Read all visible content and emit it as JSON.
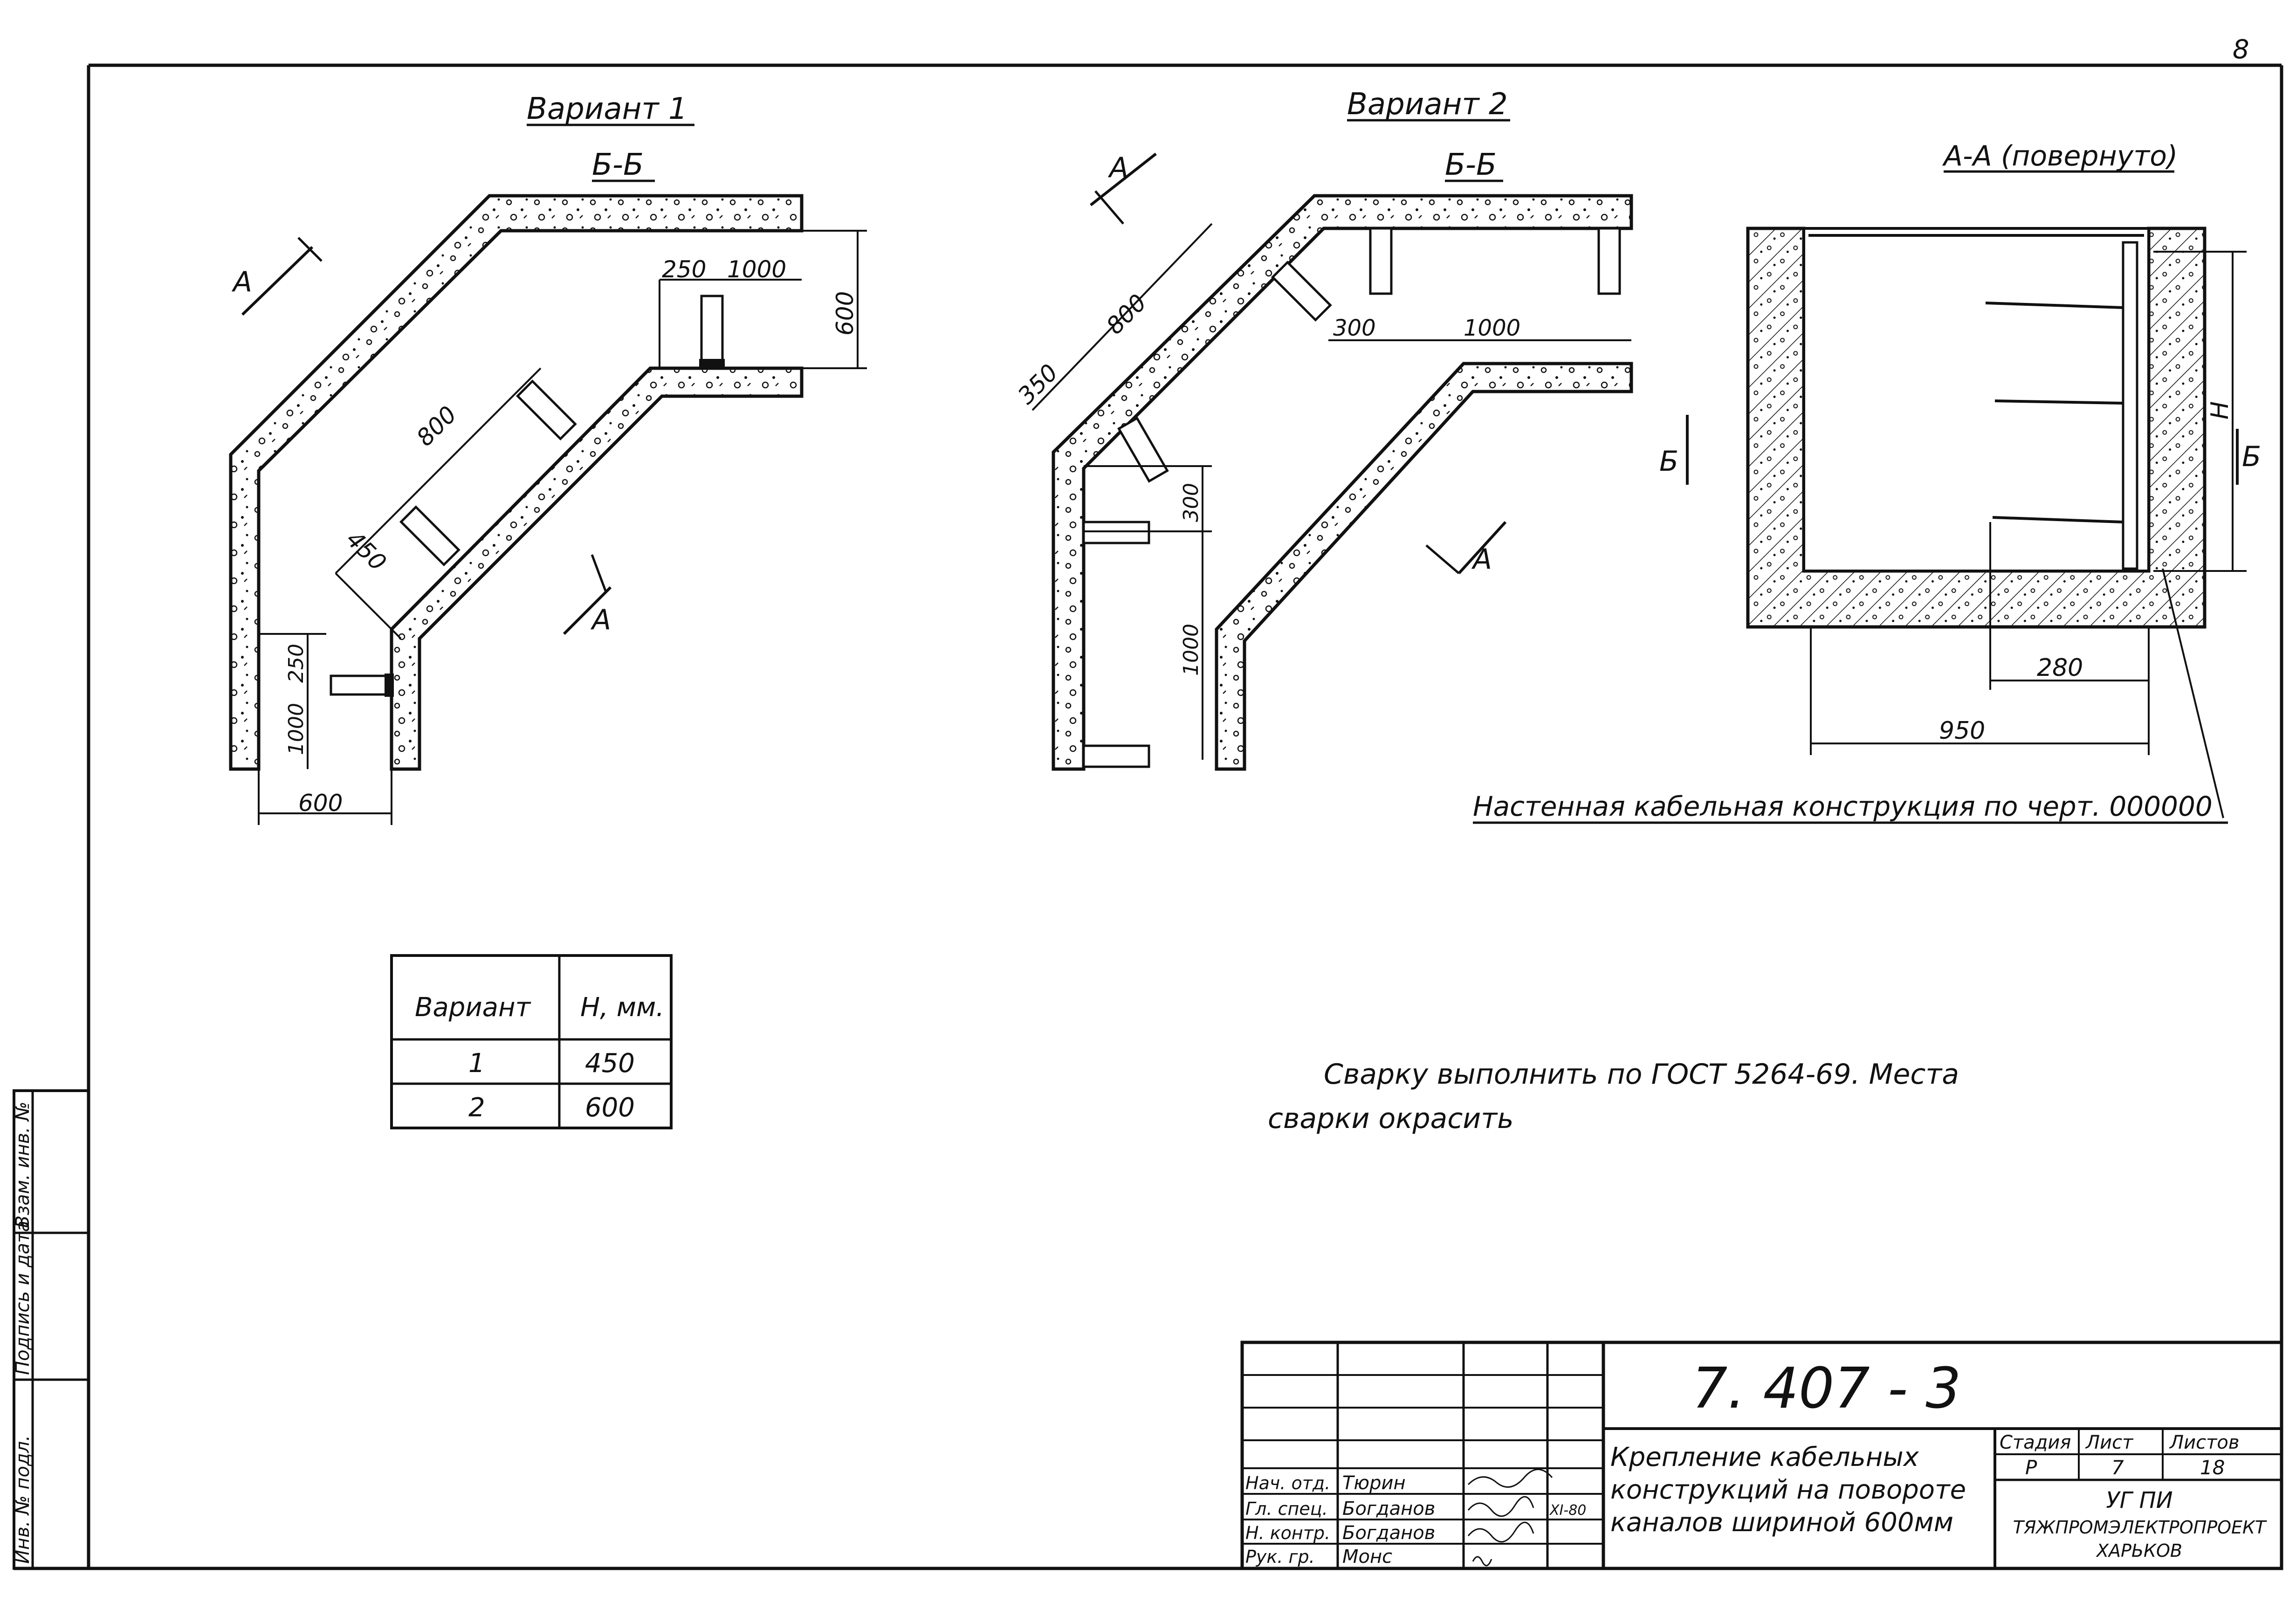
{
  "page_number": "8",
  "variant1": {
    "title": "Вариант 1",
    "section": "Б-Б",
    "arrow_label_top": "А",
    "arrow_label_bottom": "А",
    "dims": {
      "d250_top": "250",
      "d1000_top": "1000",
      "d600_right": "600",
      "d800": "800",
      "d450": "450",
      "d250_left": "250",
      "d1000_left": "1000",
      "d600_bottom": "600"
    }
  },
  "variant2": {
    "title": "Вариант 2",
    "section": "Б-Б",
    "arrow_label_top": "А",
    "arrow_label_bottom": "А",
    "dims": {
      "d800": "800",
      "d350": "350",
      "d300_top": "300",
      "d1000_top": "1000",
      "d300_left": "300",
      "d1000_left": "1000"
    }
  },
  "sectionAA": {
    "title": "А-А (повернуто)",
    "label_left": "Б",
    "label_right": "Б",
    "dim_H": "Н",
    "dim_280": "280",
    "dim_950": "950",
    "callout": "Настенная кабельная конструкция по черт. 000000"
  },
  "table": {
    "headers": [
      "Вариант",
      "Н, мм."
    ],
    "rows": [
      [
        "1",
        "450"
      ],
      [
        "2",
        "600"
      ]
    ]
  },
  "note": {
    "line1": "Сварку выполнить по ГОСТ 5264-69. Места",
    "line2": "сварки окрасить"
  },
  "side_stamp": {
    "cell1": "Инв. № подл.",
    "cell2": "Подпись и дата",
    "cell3": "Взам. инв. №"
  },
  "title_block": {
    "doc_number": "7. 407 - 3",
    "title_lines": [
      "Крепление кабельных",
      "конструкций на повороте",
      "каналов шириной 600мм"
    ],
    "stage_header": "Стадия",
    "sheet_header": "Лист",
    "sheets_header": "Листов",
    "stage": "Р",
    "sheet": "7",
    "sheets": "18",
    "org_lines": [
      "УГ ПИ",
      "ТЯЖПРОМЭЛЕКТРОПРОЕКТ",
      "ХАРЬКОВ"
    ],
    "people": [
      {
        "role": "Нач. отд.",
        "name": "Тюрин"
      },
      {
        "role": "Гл. спец.",
        "name": "Богданов",
        "date": "XI-80"
      },
      {
        "role": "Н. контр.",
        "name": "Богданов"
      },
      {
        "role": "Рук. гр.",
        "name": "Монс"
      }
    ]
  }
}
